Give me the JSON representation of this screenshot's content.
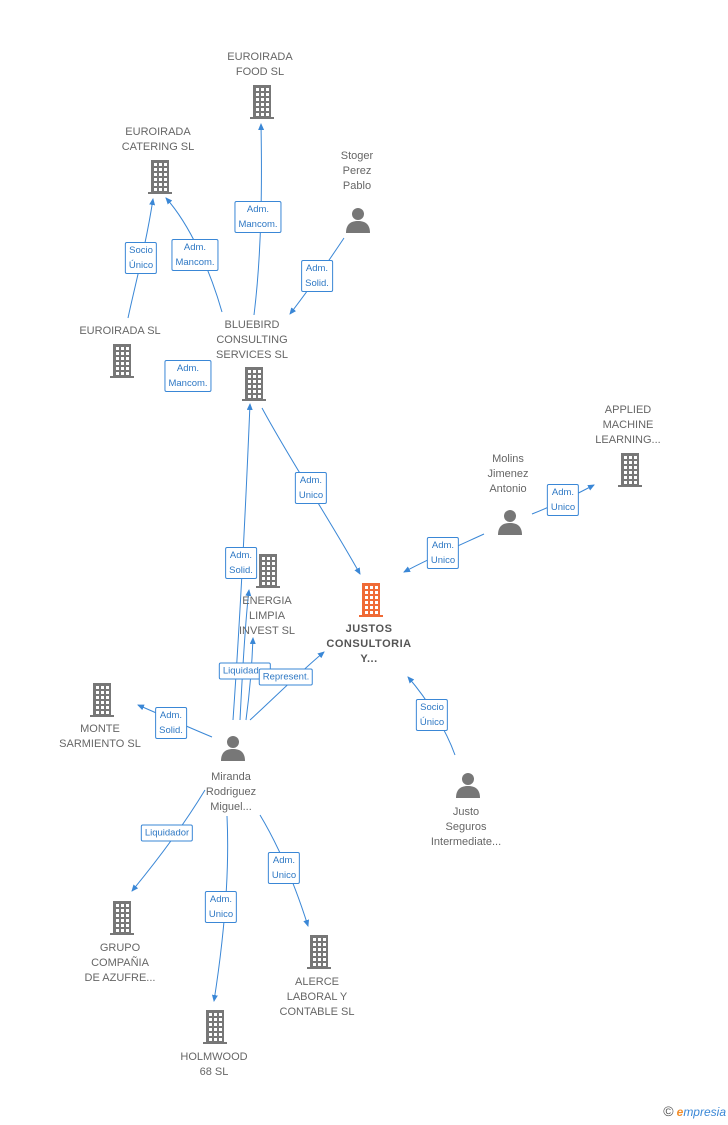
{
  "colors": {
    "edge": "#3a87d6",
    "node": "#777777",
    "highlight": "#f06a35"
  },
  "nodes": [
    {
      "id": "euroirada_food",
      "type": "company",
      "label": "EUROIRADA\nFOOD SL"
    },
    {
      "id": "euroirada_catering",
      "type": "company",
      "label": "EUROIRADA\nCATERING SL"
    },
    {
      "id": "stoger",
      "type": "person",
      "label": "Stoger\nPerez\nPablo"
    },
    {
      "id": "euroirada_sl",
      "type": "company",
      "label": "EUROIRADA SL"
    },
    {
      "id": "bluebird",
      "type": "company",
      "label": "BLUEBIRD\nCONSULTING\nSERVICES  SL"
    },
    {
      "id": "applied",
      "type": "company",
      "label": "APPLIED\nMACHINE\nLEARNING..."
    },
    {
      "id": "molins",
      "type": "person",
      "label": "Molins\nJimenez\nAntonio"
    },
    {
      "id": "energia",
      "type": "company",
      "label": "ENERGIA\nLIMPIA\nINVEST SL"
    },
    {
      "id": "justos",
      "type": "main",
      "label": "JUSTOS\nCONSULTORIA\nY..."
    },
    {
      "id": "monte",
      "type": "company",
      "label": "MONTE\nSARMIENTO SL"
    },
    {
      "id": "miranda",
      "type": "person",
      "label": "Miranda\nRodriguez\nMiguel..."
    },
    {
      "id": "justo_seguros",
      "type": "person",
      "label": "Justo\nSeguros\nIntermediate..."
    },
    {
      "id": "grupo",
      "type": "company",
      "label": "GRUPO\nCOMPAÑIA\nDE AZUFRE..."
    },
    {
      "id": "alerce",
      "type": "company",
      "label": "ALERCE\nLABORAL Y\nCONTABLE  SL"
    },
    {
      "id": "holmwood",
      "type": "company",
      "label": "HOLMWOOD\n68  SL"
    }
  ],
  "edges": [
    {
      "id": "e1",
      "label": "Adm.\nMancom."
    },
    {
      "id": "e2",
      "label": "Socio\nÚnico"
    },
    {
      "id": "e3",
      "label": "Adm.\nMancom."
    },
    {
      "id": "e4",
      "label": "Adm.\nSolid."
    },
    {
      "id": "e5",
      "label": "Adm.\nMancom."
    },
    {
      "id": "e6",
      "label": "Adm.\nUnico"
    },
    {
      "id": "e7",
      "label": "Adm.\nUnico"
    },
    {
      "id": "e8",
      "label": "Adm.\nUnico"
    },
    {
      "id": "e9",
      "label": "Adm.\nSolid."
    },
    {
      "id": "e10",
      "label": "Liquidador"
    },
    {
      "id": "e11",
      "label": "Represent."
    },
    {
      "id": "e12",
      "label": "Adm.\nSolid."
    },
    {
      "id": "e13",
      "label": "Socio\nÚnico"
    },
    {
      "id": "e14",
      "label": "Liquidador"
    },
    {
      "id": "e15",
      "label": "Adm.\nUnico"
    },
    {
      "id": "e16",
      "label": "Adm.\nUnico"
    }
  ],
  "footer": {
    "copyright": "©",
    "brand_initial": "e",
    "brand_rest": "mpresia"
  }
}
